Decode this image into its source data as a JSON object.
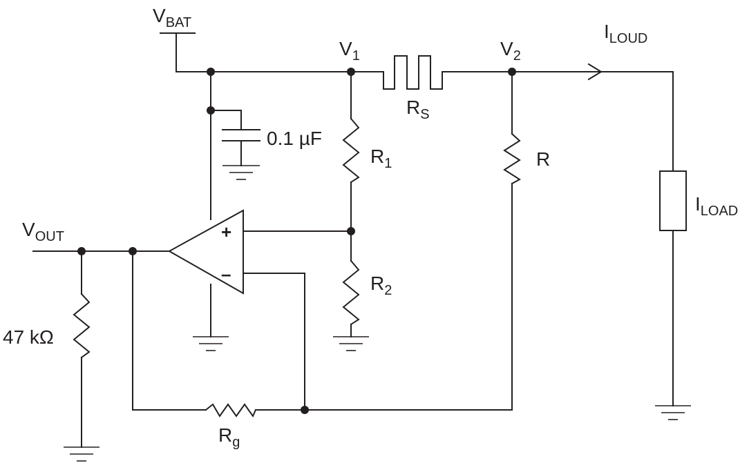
{
  "labels": {
    "vbat": {
      "main": "V",
      "sub": "BAT"
    },
    "v1": {
      "main": "V",
      "sub": "1"
    },
    "v2": {
      "main": "V",
      "sub": "2"
    },
    "iloud": {
      "main": "I",
      "sub": "LOUD"
    },
    "rs": {
      "main": "R",
      "sub": "S"
    },
    "cap": "0.1 µF",
    "r1": {
      "main": "R",
      "sub": "1"
    },
    "r": "R",
    "iload": {
      "main": "I",
      "sub": "LOAD"
    },
    "vout": {
      "main": "V",
      "sub": "OUT"
    },
    "r2": {
      "main": "R",
      "sub": "2"
    },
    "r47k": "47 kΩ",
    "rg": {
      "main": "R",
      "sub": "g"
    }
  },
  "opamp": {
    "plus": "+",
    "minus": "–"
  },
  "colors": {
    "ink": "#231f20",
    "background": "#ffffff"
  }
}
